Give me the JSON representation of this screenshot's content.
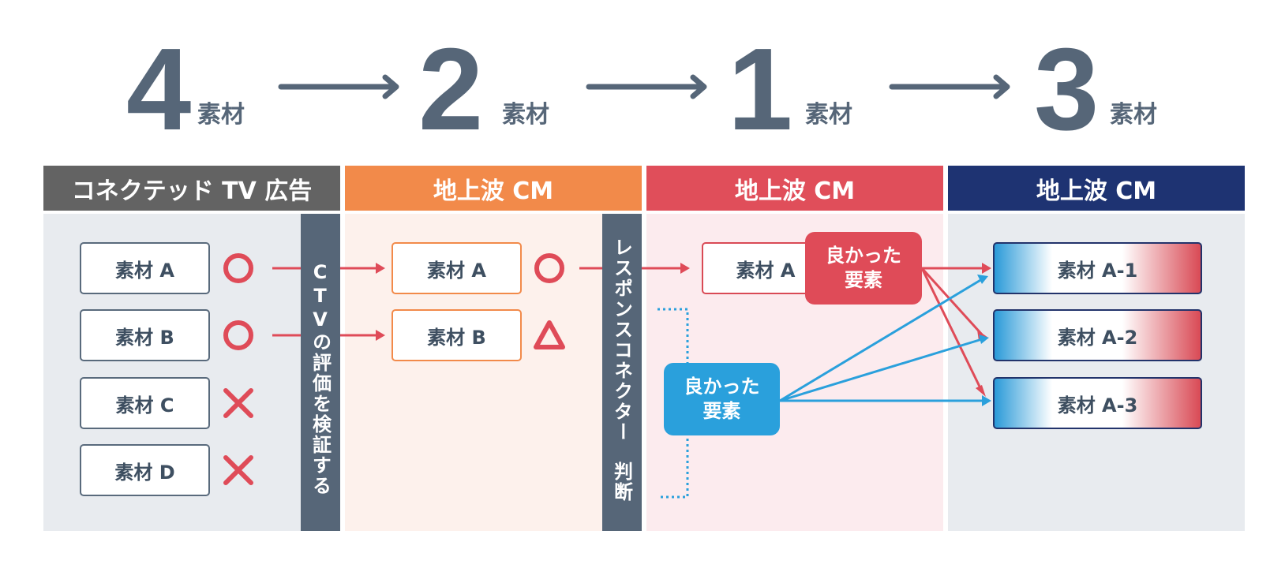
{
  "top_steps": [
    {
      "number": "4",
      "unit": "素材"
    },
    {
      "number": "2",
      "unit": "素材"
    },
    {
      "number": "1",
      "unit": "素材"
    },
    {
      "number": "3",
      "unit": "素材"
    }
  ],
  "columns": [
    {
      "title": "コネクテッド TV 広告",
      "color": "#636363",
      "bg": "#e8ebef"
    },
    {
      "title": "地上波 CM",
      "color": "#f28a4a",
      "bg": "#fdf1ec"
    },
    {
      "title": "地上波 CM",
      "color": "#e04e5a",
      "bg": "#fcebee"
    },
    {
      "title": "地上波 CM",
      "color": "#1e3372",
      "bg": "#e8ebef"
    }
  ],
  "col1": {
    "items": [
      {
        "label": "素材 A",
        "mark": "circle"
      },
      {
        "label": "素材 B",
        "mark": "circle"
      },
      {
        "label": "素材 C",
        "mark": "cross"
      },
      {
        "label": "素材 D",
        "mark": "cross"
      }
    ],
    "bar": "CTVの評価を検証する"
  },
  "col2": {
    "items": [
      {
        "label": "素材 A",
        "mark": "circle"
      },
      {
        "label": "素材 B",
        "mark": "triangle"
      }
    ],
    "bar_top": "レスポンスコネクター",
    "bar_bottom": "判断"
  },
  "col3": {
    "item": "素材 A",
    "bubble_red": [
      "良かった",
      "要素"
    ],
    "bubble_blue": [
      "良かった",
      "要素"
    ]
  },
  "col4": {
    "items": [
      "素材 A-1",
      "素材 A-2",
      "素材 A-3"
    ]
  },
  "colors": {
    "red": "#df4b58",
    "blue": "#2aa0dc",
    "slate": "#566678"
  }
}
